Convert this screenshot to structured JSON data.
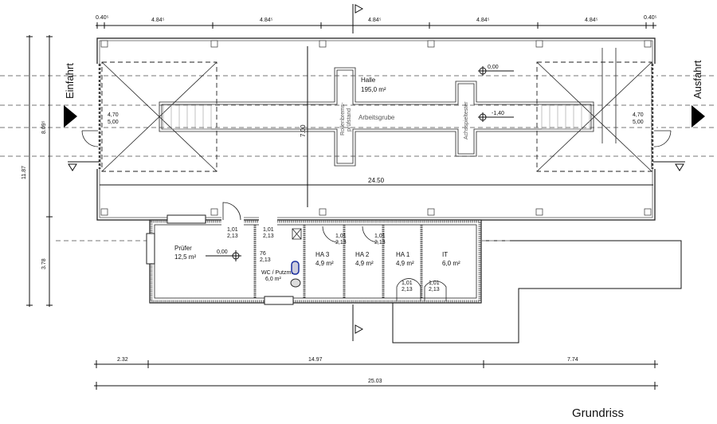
{
  "title": "Grundriss",
  "top_dimensions": [
    "0.40⁵",
    "4.84⁵",
    "4.84⁵",
    "4.84⁵",
    "4.84⁵",
    "4.84⁵",
    "0.40⁵"
  ],
  "left_dimensions": {
    "total": "11.87",
    "hall": "8.09⁵",
    "annex": "3.78"
  },
  "bottom_dimensions": {
    "segments": [
      "2.32",
      "14.97",
      "7.74"
    ],
    "total": "25.03"
  },
  "hall": {
    "name": "Halle",
    "area": "195,0 m²",
    "pit_label": "Arbeitsgrube",
    "brake_tester": [
      "Rollenbrems-",
      "prüfstand"
    ],
    "axle_tester": "Achsspieltester",
    "level_floor": "0,00",
    "level_pit": "-1,40",
    "height_dim": "7.00",
    "width_dim": "24.50",
    "entrance": "Einfahrt",
    "exit": "Ausfahrt",
    "gate_left": [
      "4,70",
      "5,00"
    ],
    "gate_right": [
      "4,70",
      "5,00"
    ]
  },
  "rooms": [
    {
      "name": "Prüfer",
      "area": "12,5 m²",
      "level": "0,00"
    },
    {
      "name": "WC / Putzm.",
      "area": "6,0 m²"
    },
    {
      "name": "HA 3",
      "area": "4,9 m²"
    },
    {
      "name": "HA 2",
      "area": "4,9 m²"
    },
    {
      "name": "HA 1",
      "area": "4,9 m²"
    },
    {
      "name": "IT",
      "area": "6,0 m²"
    }
  ],
  "doors": [
    {
      "w": "1,01",
      "h": "2,13"
    },
    {
      "w": "1,01",
      "h": "2,13"
    },
    {
      "w": "76",
      "h": "2,13"
    },
    {
      "w": "1,01",
      "h": "2,13"
    },
    {
      "w": "1,01",
      "h": "2,13"
    },
    {
      "w": "1,01",
      "h": "2,13"
    },
    {
      "w": "1,01",
      "h": "2,13"
    }
  ],
  "colors": {
    "line": "#222222",
    "dash": "#777777",
    "fixture": "#1a2fa0"
  }
}
